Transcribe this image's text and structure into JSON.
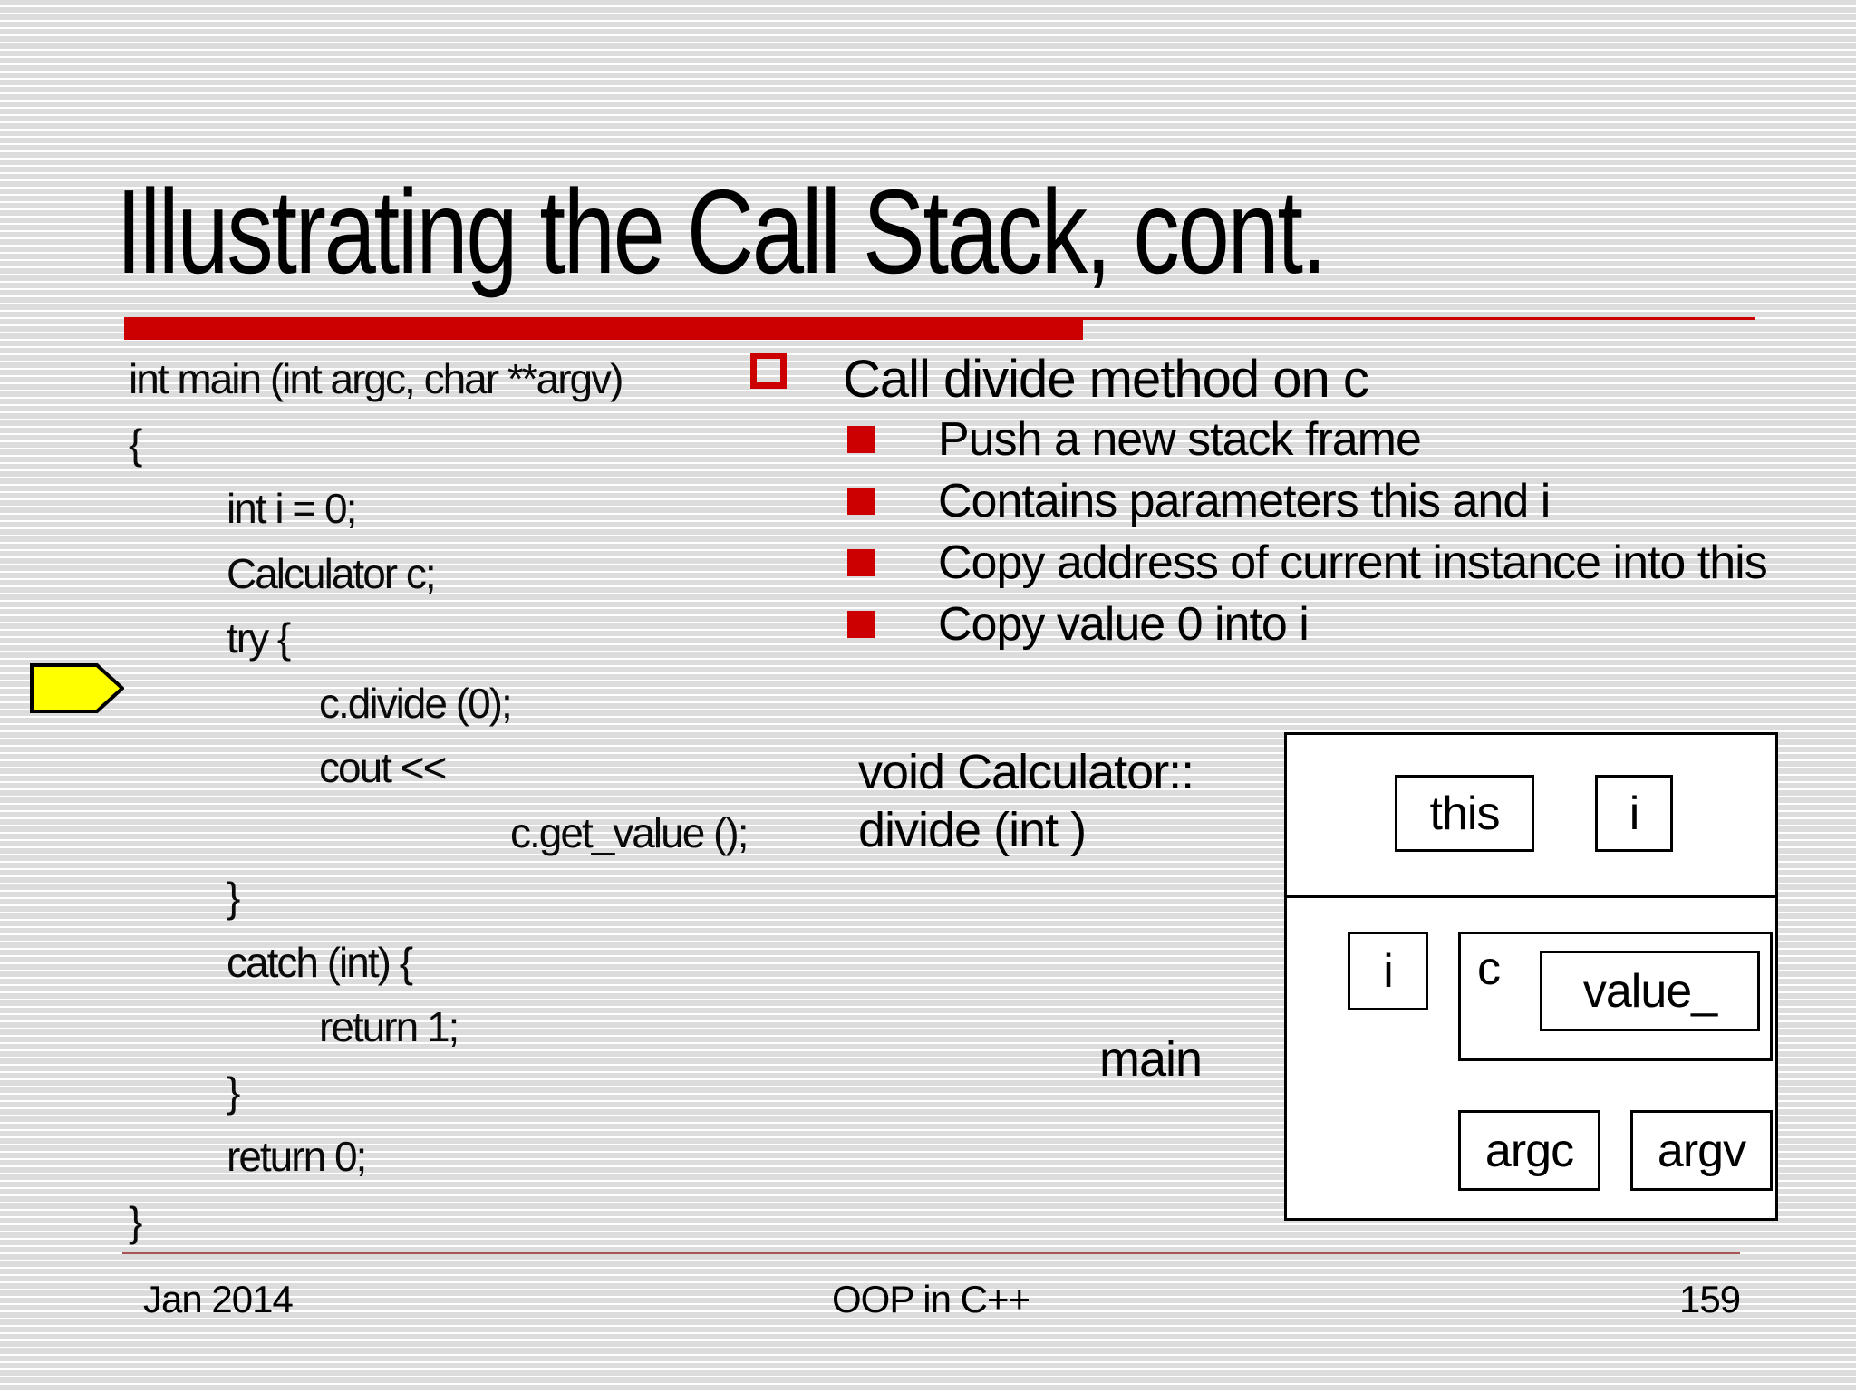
{
  "title": "Illustrating the Call Stack, cont.",
  "code": {
    "lines": [
      "int main (int argc, char **argv)",
      "{",
      "int i = 0;",
      "Calculator c;",
      "try {",
      "c.divide (0);",
      "cout <<",
      "c.get_value ();",
      "}",
      "catch (int) {",
      "return 1;",
      "}",
      "return 0;",
      "}"
    ]
  },
  "bullets": {
    "main": "Call divide method on c",
    "subs": [
      "Push a new stack frame",
      "Contains parameters this and i",
      "Copy address of current instance into this",
      "Copy value 0 into i"
    ]
  },
  "caption": {
    "line1": "void Calculator::",
    "line2": "divide (int )"
  },
  "diagram": {
    "divide_frame": {
      "this_label": "this",
      "i_label": "i"
    },
    "main_frame": {
      "i_label": "i",
      "c_label": "c",
      "value_label": "value_",
      "argc_label": "argc",
      "argv_label": "argv"
    },
    "main_label": "main"
  },
  "footer": {
    "date": "Jan 2014",
    "center": "OOP in C++",
    "page": "159"
  },
  "colors": {
    "accent_red": "#cc0000",
    "arrow_yellow": "#ffff00",
    "footer_line": "#a85454",
    "stripe_gray": "#dcdcdc"
  }
}
